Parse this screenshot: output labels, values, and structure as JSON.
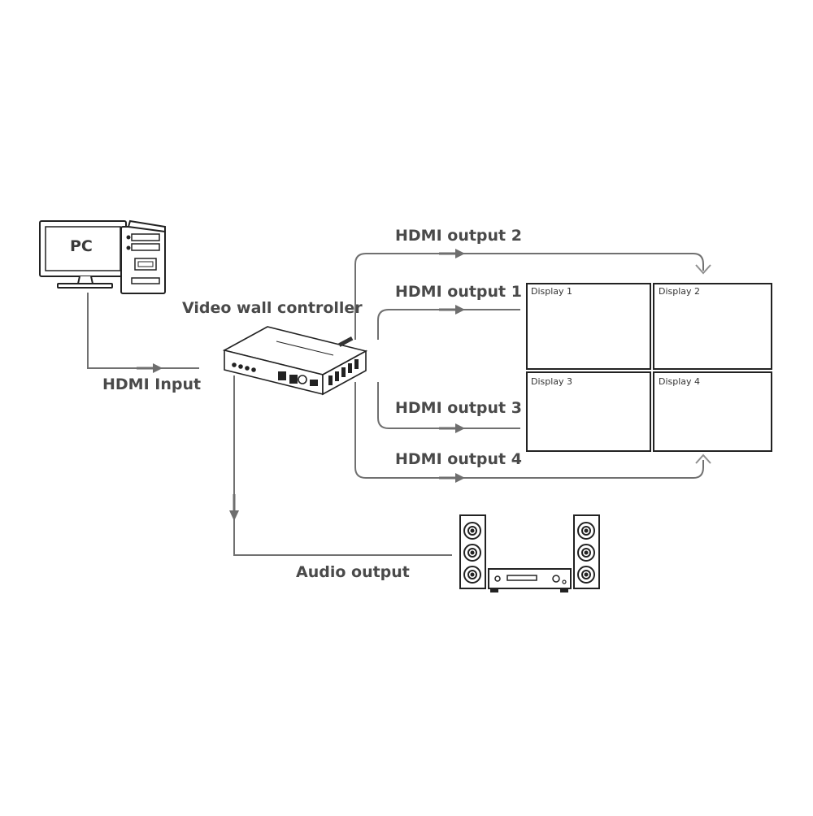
{
  "pc_label": "PC",
  "controller_label": "Video wall controller",
  "hdmi_input_label": "HDMI Input",
  "outputs": {
    "output1": "HDMI output 1",
    "output2": "HDMI output 2",
    "output3": "HDMI output 3",
    "output4": "HDMI output 4"
  },
  "displays": [
    "Display 1",
    "Display 2",
    "Display 3",
    "Display 4"
  ],
  "audio_output_label": "Audio output",
  "colors": {
    "line": "#707070",
    "arrow": "#6e6e6e",
    "stroke": "#222222",
    "text": "#4a4a4a"
  }
}
